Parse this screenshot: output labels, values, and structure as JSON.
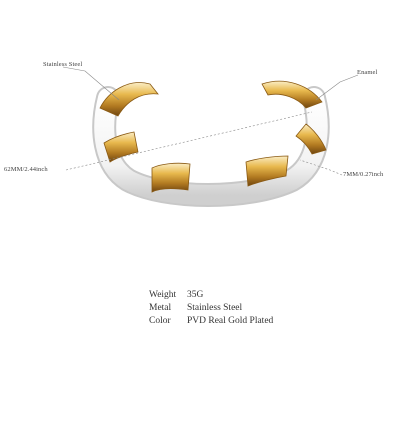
{
  "callouts": {
    "material": "Stainless Steel",
    "coating": "Enamel",
    "diameter": "62MM/2.44inch",
    "width": "7MM/0.27inch"
  },
  "specs": [
    {
      "key": "Weight",
      "value": "35G"
    },
    {
      "key": "Metal",
      "value": "Stainless Steel"
    },
    {
      "key": "Color",
      "value": "PVD Real Gold Plated"
    }
  ],
  "colors": {
    "enamel": "#ffffff",
    "enamel_shade": "#d9d9d9",
    "gold_light": "#f6e0a3",
    "gold_mid": "#d9a43a",
    "gold_dark": "#8a5a14",
    "leader": "#777777"
  }
}
